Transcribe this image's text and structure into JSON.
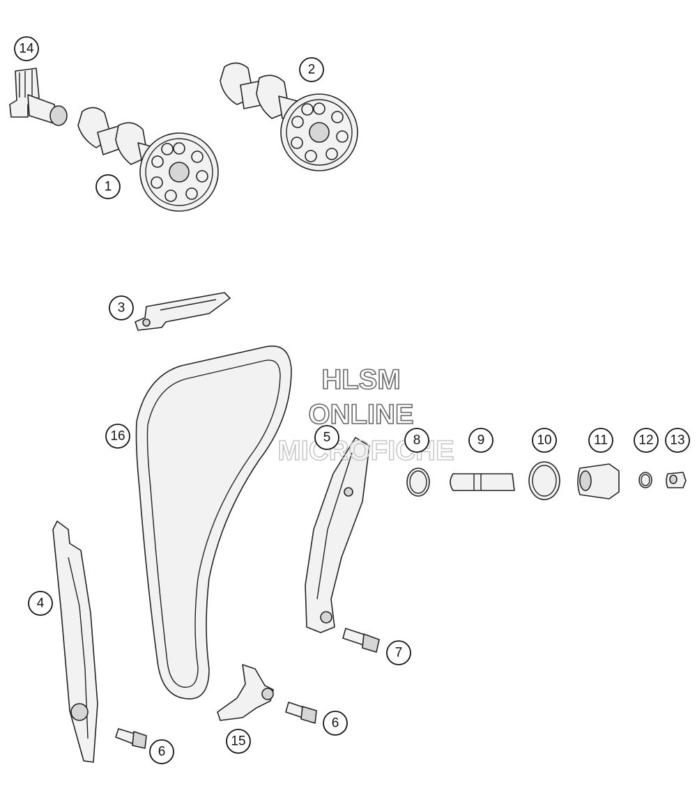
{
  "watermark": {
    "line1": "HLSM",
    "line2": "ONLINE",
    "line3": "MICROFICHE"
  },
  "callouts": {
    "c1": "1",
    "c2": "2",
    "c3": "3",
    "c4": "4",
    "c5": "5",
    "c6a": "6",
    "c6b": "6",
    "c7": "7",
    "c8": "8",
    "c9": "9",
    "c10": "10",
    "c11": "11",
    "c12": "12",
    "c13": "13",
    "c14": "14",
    "c15": "15",
    "c16": "16"
  },
  "colors": {
    "stroke": "#222222",
    "fill": "#f2f2f2",
    "background": "#ffffff"
  }
}
